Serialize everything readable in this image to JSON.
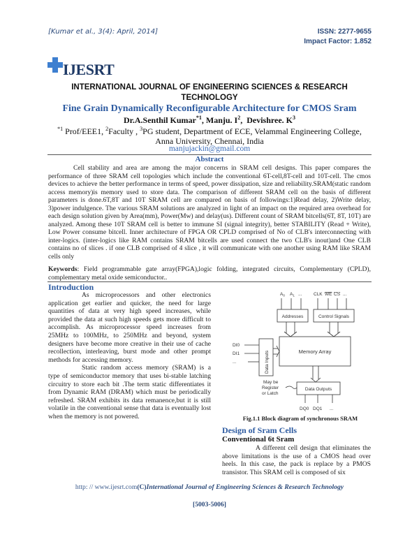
{
  "header": {
    "citation_author": "Kumar",
    "citation_etal": "et al.,",
    "citation_rest": "3(4): April, 2014]",
    "citation_open": "[",
    "issn": "ISSN: 2277-9655",
    "impact_factor": "Impact Factor: 1.852"
  },
  "logo": {
    "text": "IJESRT",
    "icon": "plus-icon",
    "color": "#3d7fd0"
  },
  "journal_name_line1": "INTERNATIONAL JOURNAL OF ENGINEERING SCIENCES & RESEARCH",
  "journal_name_line2": "TECHNOLOGY",
  "paper": {
    "title": "Fine Grain Dynamically Reconfigurable Architecture for CMOS Sram",
    "authors": "Dr.A.Senthil Kumar*1, Manju. I2,  Devishree. K3",
    "affiliation_line1": "*1 Prof/EEE1, 2Faculty , 3PG student, Department of ECE, Velammal Engineering College,",
    "affiliation_line2": "Anna University, Chennai, India",
    "email": "manjujackin@gmail.com"
  },
  "abstract": {
    "heading": "Abstract",
    "text": "Cell stability and area are among the major concerns in SRAM cell designs. This paper compares the performance of three SRAM cell topologies which include the conventional 6T-cell,8T-cell and 10T-cell. The cmos devices to achieve the better performance in terms of speed, power dissipation, size and reliability.SRAM(static random access memory)is memory used to store data. The comparison of different SRAM cell on the basis of different parameters is done.6T,8T and 10T SRAM cell are compared on basis of followings:1)Read delay, 2)Write delay, 3)power indulgence. The various SRAM solutions are analyzed in light of an impact on the required area overhead for each design solution given by Area(mm), Power(Mw) and delay(us). Different count of SRAM bitcells(6T, 8T, 10T) are analyzed. Among these 10T SRAM cell is better to immune SI (signal integrity), better STABILITY (Read + Write), Low Power consume bitcell. Inner architecture of FPGA OR CPLD comprised of No of CLB's interconnecting with inter-logics. (inter-logics like RAM contains SRAM bitcells are used connect the two CLB's inout)and One CLB contains no of slices . if one CLB comprised of 4 slice , it will communicate with one another using RAM like SRAM cells only"
  },
  "keywords": {
    "label": "Keywords",
    "text": ": Field programmable gate array(FPGA),logic folding, integrated circuits,  Complementary (CPLD), complementary metal oxide semiconductor.."
  },
  "introduction": {
    "heading": "Introduction",
    "para1": "As microprocessors and other electronics application get earlier and quicker, the need for large quantities of data at very high speed increases, while provided the data at such high speeds gets more difficult to accomplish. As microprocessor speed increases from 25MHz to 100MHz, to 250MHz and beyond, system designers have become more creative in their use of cache recollection, interleaving, burst mode and other prompt methods for accessing memory.",
    "para2": "Static random access memory (SRAM) is a type of semiconductor memory that uses bi-stable latching circuitry to store each bit .The term static differentiates it from Dynamic RAM (DRAM) which must be periodically refreshed. SRAM exhibits its data remanence,but it is still volatile in the conventional sense that data is eventually lost when the memory is not powered."
  },
  "figure": {
    "caption": "Fig.1.1 Block diagram of synchronous SRAM",
    "labels": {
      "a0": "A0",
      "a1": "A1",
      "a_more": "...",
      "clk": "CLK",
      "we": "WE",
      "cs": "CS",
      "ctrl_more": "...",
      "addresses": "Addresses",
      "control_signals": "Control Signals",
      "di0": "DI0",
      "di1": "DI1",
      "di_more": "...",
      "data_inputs": "Data Inputs",
      "memory_array": "Memory Array",
      "note_line1": "May be",
      "note_line2": "Register",
      "note_line3": "or Latch",
      "data_outputs": "Data Outputs",
      "dq0": "DQ0",
      "dq1": "DQ1",
      "dq_more": "..."
    }
  },
  "design": {
    "heading": "Design of Sram Cells",
    "subheading": "Conventional 6t Sram",
    "text": "A different cell design that eliminates the above limitations is the use of a CMOS head over heels. In this case, the pack is replace by a PMOS transistor. This SRAM cell is composed of six"
  },
  "footer": {
    "url": "http: // www.ijesrt.com",
    "copyright": "(C)",
    "journal": "International Journal of Engineering Sciences & Research Technology",
    "pages": "[5003-5006]"
  }
}
